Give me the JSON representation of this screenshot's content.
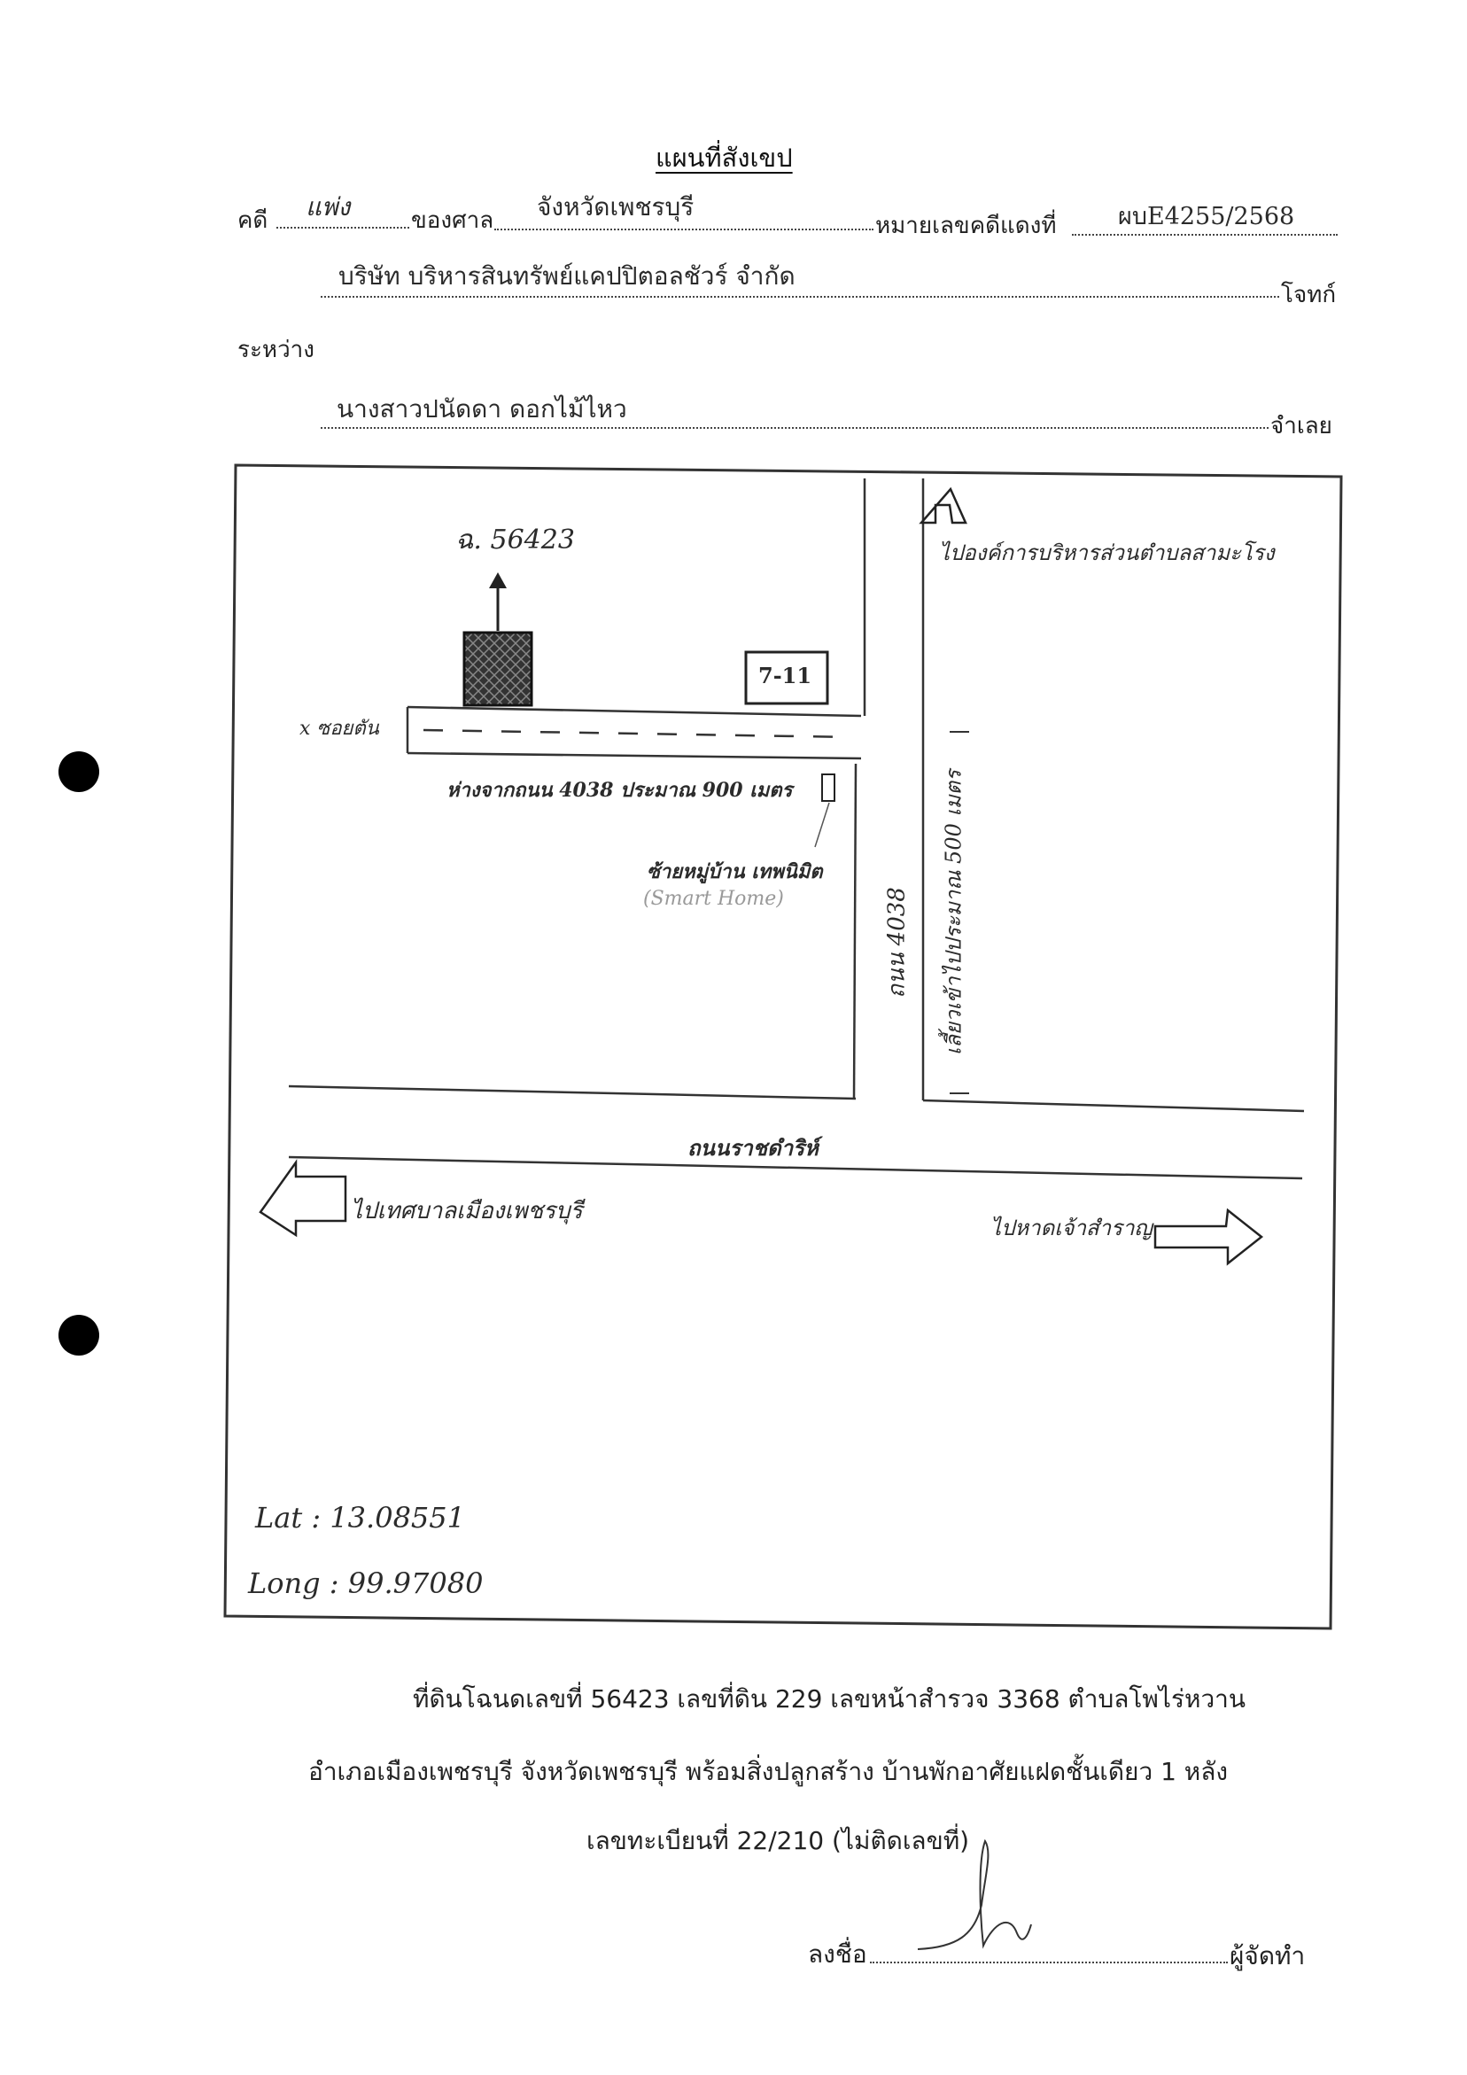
{
  "document": {
    "title": "แผนที่สังเขป",
    "case_label": "คดี",
    "case_type": "แพ่ง",
    "court_label": "ของศาล",
    "court_name": "จังหวัดเพชรบุรี",
    "red_case_label": "หมายเลขคดีแดงที่",
    "red_case_no": "ผบE4255/2568",
    "plaintiff_name": "บริษัท บริหารสินทรัพย์แคปปิตอลชัวร์ จำกัด",
    "plaintiff_label": "โจทก์",
    "between_label": "ระหว่าง",
    "defendant_name": "นางสาวปนัดดา ดอกไม้ไหว",
    "defendant_label": "จำเลย"
  },
  "map": {
    "plot_label": "ฉ. 56423",
    "top_road_direction": "ไปองค์การบริหารส่วนตำบลสามะโรง",
    "seven_eleven": "7-11",
    "soi_label": "x ซอยตัน",
    "distance_note": "ห่างจากถนน 4038 ประมาณ 900 เมตร",
    "landmark_line1": "ซ้ายหมู่บ้าน เทพนิมิต",
    "landmark_line2": "(Smart Home)",
    "road_4038": "ถนน 4038",
    "turn_note": "เลี้ยวเข้าไปประมาณ 500 เมตร",
    "main_road": "ถนนราชดำริห์",
    "left_direction": "ไปเทศบาลเมืองเพชรบุรี",
    "right_direction": "ไปหาดเจ้าสำราญ",
    "lat_text": "Lat : 13.08551",
    "long_text": "Long : 99.97080"
  },
  "description": {
    "line1": "ที่ดินโฉนดเลขที่ 56423 เลขที่ดิน 229 เลขหน้าสำรวจ 3368 ตำบลโพไร่หวาน",
    "line2": "อำเภอเมืองเพชรบุรี จังหวัดเพชรบุรี พร้อมสิ่งปลูกสร้าง บ้านพักอาศัยแฝดชั้นเดียว 1 หลัง",
    "line3": "เลขทะเบียนที่ 22/210 (ไม่ติดเลขที่)"
  },
  "signature": {
    "sign_label": "ลงชื่อ",
    "role_label": "ผู้จัดทำ"
  }
}
